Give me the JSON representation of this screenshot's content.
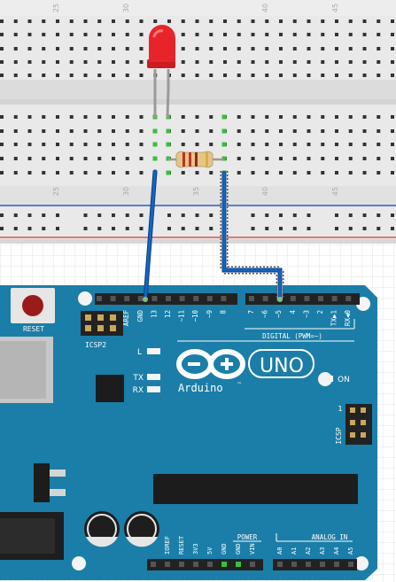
{
  "breadboard": {
    "column_labels": [
      "25",
      "30",
      "35",
      "40",
      "45"
    ]
  },
  "led": {
    "color": "#e8242b"
  },
  "resistor": {
    "band_colors": [
      "#b5352a",
      "#c0392b",
      "#8e2a1e",
      "#d4b140"
    ]
  },
  "wires": {
    "anode_wire_color": "#1565c0",
    "signal_wire_color": "#1565c0"
  },
  "arduino": {
    "board_color": "#1a7ea8",
    "reset_label": "RESET",
    "icsp2_label": "ICSP2",
    "icsp_label": "ICSP",
    "icsp_pin1": "1",
    "logo_text": "Arduino",
    "tm": "™",
    "model_text": "UNO",
    "led_l_label": "L",
    "led_tx_label": "TX",
    "led_rx_label": "RX",
    "on_label": "ON",
    "digital_label": "DIGITAL (PWM=~)",
    "power_label": "POWER",
    "analog_label": "ANALOG IN",
    "top_pins_left": [
      "AREF",
      "GND",
      "13",
      "12",
      "~11",
      "~10",
      "~9",
      "8"
    ],
    "top_pins_right": [
      "7",
      "~6",
      "~5",
      "4",
      "~3",
      "2",
      "TX▶1",
      "RX◀0"
    ],
    "power_pins": [
      "IOREF",
      "RESET",
      "3V3",
      "5V",
      "GND",
      "GND",
      "VIN"
    ],
    "analog_pins": [
      "A0",
      "A1",
      "A2",
      "A3",
      "A4",
      "A5"
    ]
  }
}
